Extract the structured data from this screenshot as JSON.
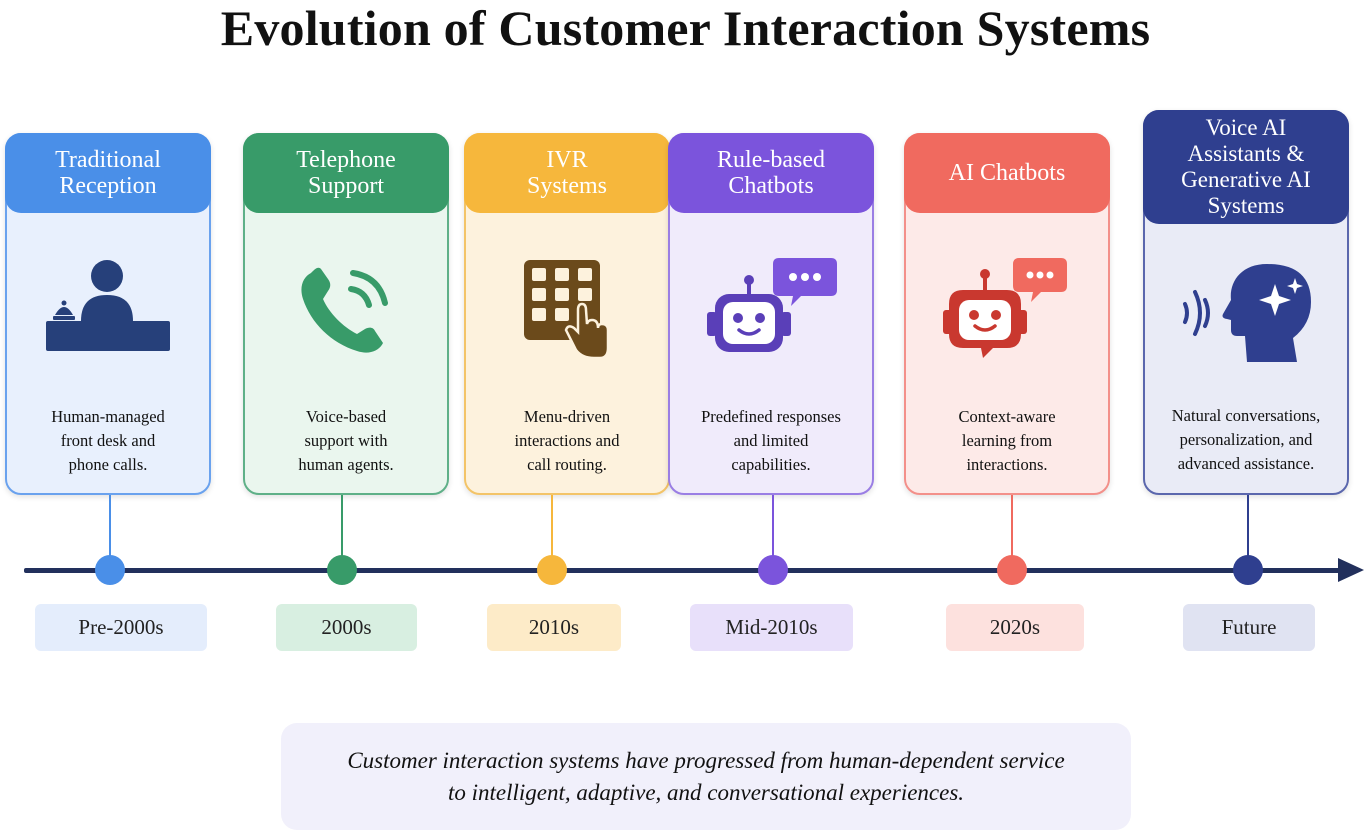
{
  "title": "Evolution of Customer Interaction Systems",
  "stages": [
    {
      "heading": "Traditional\nReception",
      "description": "Human-managed\nfront desk and\nphone calls.",
      "era": "Pre-2000s",
      "icon": "receptionist-desk-icon",
      "color": "#4a8fe8"
    },
    {
      "heading": "Telephone\nSupport",
      "description": "Voice-based\nsupport with\nhuman agents.",
      "era": "2000s",
      "icon": "telephone-icon",
      "color": "#389b69"
    },
    {
      "heading": "IVR\nSystems",
      "description": "Menu-driven\ninteractions and\ncall routing.",
      "era": "2010s",
      "icon": "keypad-icon",
      "color": "#f6b73c"
    },
    {
      "heading": "Rule-based\nChatbots",
      "description": "Predefined responses\nand limited\ncapabilities.",
      "era": "Mid-2010s",
      "icon": "robot-chat-icon",
      "color": "#7b54dc"
    },
    {
      "heading": "AI Chatbots",
      "description": "Context-aware\nlearning from\ninteractions.",
      "era": "2020s",
      "icon": "ai-robot-chat-icon",
      "color": "#f06a5f"
    },
    {
      "heading": "Voice AI\nAssistants &\nGenerative AI\nSystems",
      "description": "Natural conversations,\npersonalization, and\nadvanced assistance.",
      "era": "Future",
      "icon": "voice-ai-head-icon",
      "color": "#2f3f8f"
    }
  ],
  "summary": "Customer interaction systems have progressed from human-dependent service\nto intelligent, adaptive, and conversational experiences."
}
